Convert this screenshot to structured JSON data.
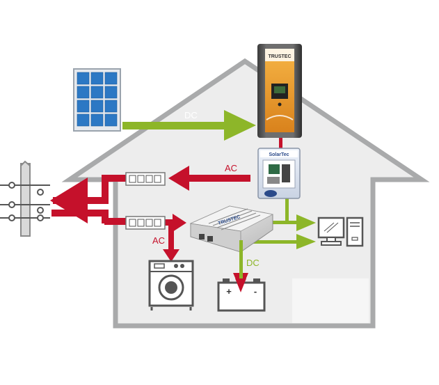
{
  "labels": {
    "dc_solar": "DC",
    "ac_grid": "AC",
    "ac_appliance": "AC",
    "dc_battery": "DC"
  },
  "devices": {
    "controller_brand": "TRUSTEC",
    "converter_brand": "SolarTec",
    "inverter_brand": "TRUSTEC"
  },
  "battery": {
    "plus": "+",
    "minus": "-"
  },
  "colors": {
    "ac": "#c5112b",
    "dc": "#8db629",
    "house_outline": "#a9aaab",
    "house_fill": "#ededed",
    "solar_cell": "#2c78c4",
    "controller_orange": "#f0a030"
  },
  "icons": [
    "solar-panel-icon",
    "power-pole-icon",
    "meter-icon",
    "charge-controller-icon",
    "converter-icon",
    "inverter-icon",
    "washing-machine-icon",
    "battery-icon",
    "computer-icon"
  ]
}
